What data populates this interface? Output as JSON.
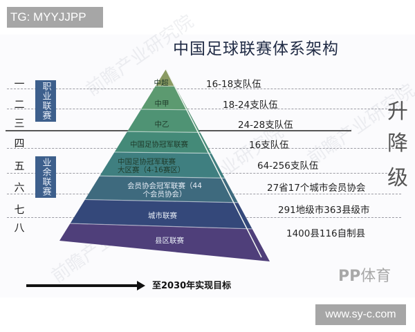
{
  "tags": {
    "top": "TG: MYYJJPP",
    "bottom": "www.sy-c.com"
  },
  "title": "中国足球联赛体系架构",
  "levels": [
    "一",
    "二",
    "三",
    "四",
    "五",
    "六",
    "七",
    "八"
  ],
  "groups": [
    {
      "label": "职业联赛"
    },
    {
      "label": "业余联赛"
    }
  ],
  "tiers": [
    {
      "name": "中超",
      "count": "16-18支队伍",
      "color": "#8a9a62"
    },
    {
      "name": "中甲",
      "count": "18-24支队伍",
      "color": "#5c9a70"
    },
    {
      "name": "中乙",
      "count": "24-28支队伍",
      "color": "#4f9374"
    },
    {
      "name": "中国足协冠军联赛",
      "count": "16支队伍",
      "color": "#448a78"
    },
    {
      "name": "中国足协冠军联赛\n大区赛（4-16赛区）",
      "name_line1": "中国足协冠军联赛",
      "name_line2": "大区赛（4-16赛区）",
      "count": "64-256支队伍",
      "color": "#3f7f80"
    },
    {
      "name_line1": "会员协会冠军联赛（44",
      "name_line2": "个会员协会）",
      "count": "27省17个城市会员协会",
      "color": "#3e6a7e"
    },
    {
      "name": "城市联赛",
      "count": "291地级市363县级市",
      "color": "#34487a"
    },
    {
      "name": "县区联赛",
      "count": "1400县116自制县",
      "color": "#4f3f7a"
    }
  ],
  "side_label": [
    "升",
    "降",
    "级"
  ],
  "goal_text": "至2030年实现目标",
  "logo": {
    "mark": "PP",
    "text": "体育"
  },
  "watermark": "前瞻产业研究院"
}
